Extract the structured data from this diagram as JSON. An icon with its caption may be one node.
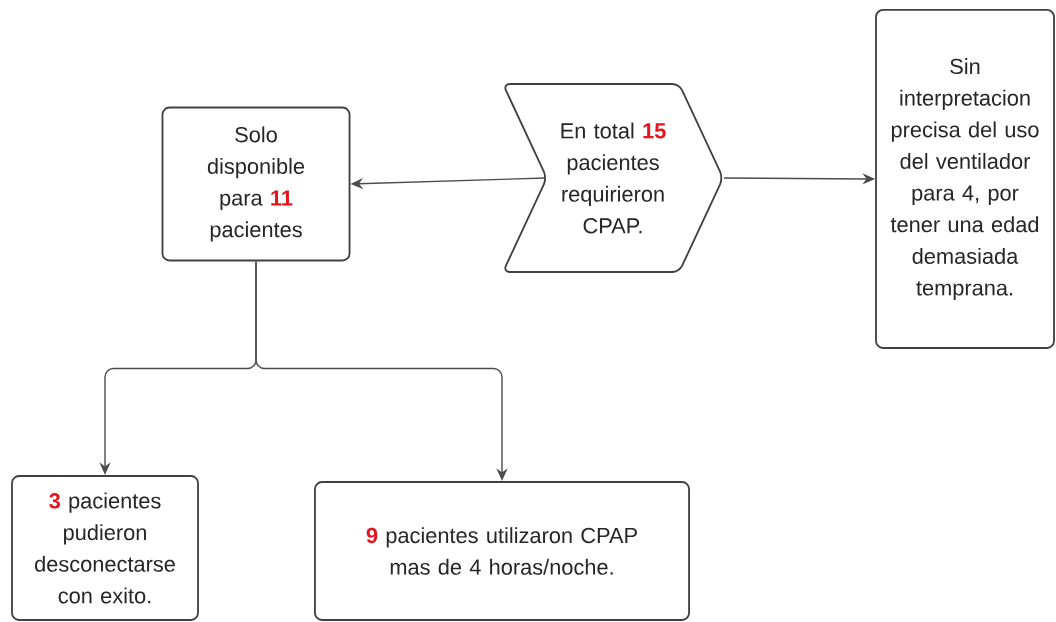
{
  "diagram": {
    "nodes": [
      {
        "text": [
          "En total **15** pacientes requirieron CPAP."
        ]
      },
      {
        "text": [
          "Solo disponible para **11** pacientes"
        ]
      },
      {
        "text": [
          "Sin interpretacion precisa del uso del ventilador para 4, por tener una edad demasiada temprana."
        ]
      },
      {
        "text": [
          "**3** pacientes pudieron desconectarse con exito."
        ]
      },
      {
        "text": [
          "**9** pacientes utilizaron CPAP mas de 4 horas/noche."
        ]
      }
    ],
    "edges": [
      {
        "from": 0,
        "to": 1,
        "arrow": "to"
      },
      {
        "from": 0,
        "to": 2,
        "arrow": "to"
      },
      {
        "from": 1,
        "to": 3,
        "arrow": "to"
      },
      {
        "from": 1,
        "to": 4,
        "arrow": "to"
      }
    ]
  }
}
